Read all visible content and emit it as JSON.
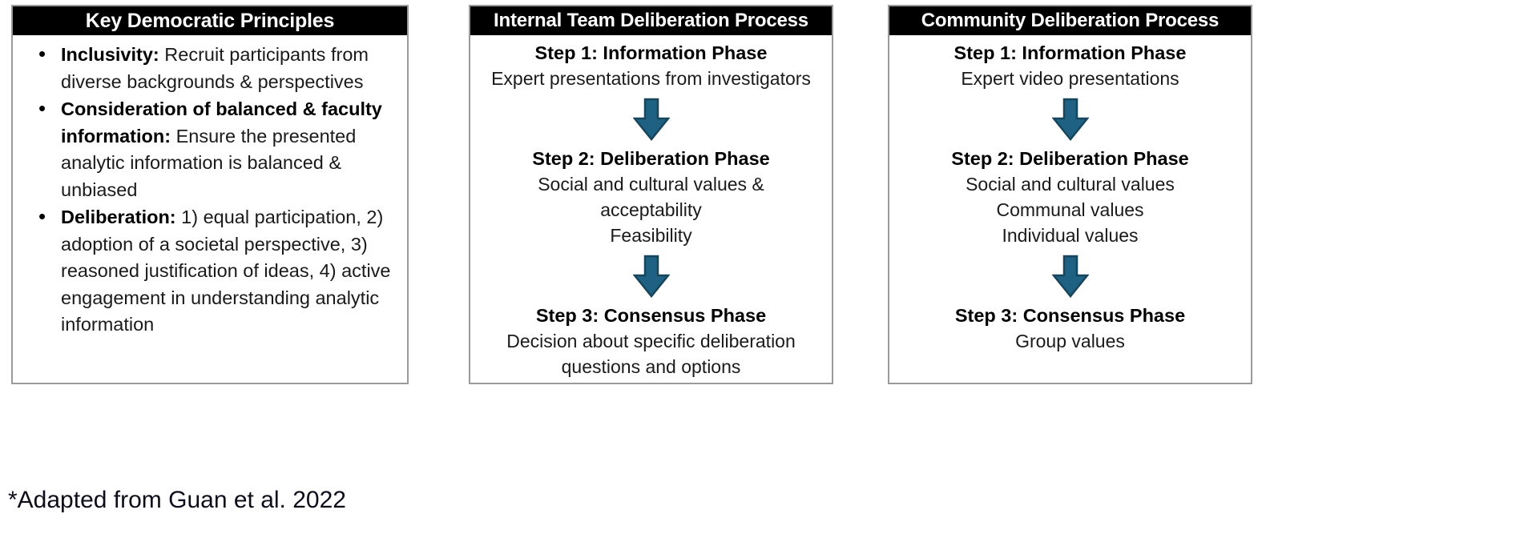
{
  "colors": {
    "arrow_teal": "#1f6183",
    "arrow_teal_dark": "#16455c",
    "header_bg": "#000000",
    "header_text": "#ffffff",
    "panel_border": "#9a9a9a",
    "body_text": "#1a1a1a",
    "background": "#ffffff"
  },
  "panels": [
    {
      "id": "key-democratic-principles",
      "title": "Key Democratic Principles",
      "bullets": [
        {
          "term": "Inclusivity:",
          "text": " Recruit participants from diverse backgrounds & perspectives"
        },
        {
          "term": "Consideration of balanced & faculty information:",
          "text": " Ensure the presented analytic information is balanced & unbiased"
        },
        {
          "term": "Deliberation:",
          "text": " 1) equal participation, 2) adoption of a societal perspective, 3) reasoned justification of ideas, 4) active engagement in understanding analytic information"
        }
      ]
    },
    {
      "id": "internal-team-deliberation-process",
      "title": "Internal Team Deliberation Process",
      "steps": [
        {
          "title": "Step 1: Information Phase",
          "lines": [
            "Expert presentations from investigators"
          ]
        },
        {
          "title": "Step 2: Deliberation Phase",
          "lines": [
            "Social and cultural values &",
            "acceptability",
            "Feasibility"
          ]
        },
        {
          "title": "Step 3: Consensus Phase",
          "lines": [
            "Decision about specific deliberation",
            "questions and options"
          ]
        }
      ]
    },
    {
      "id": "community-deliberation-process",
      "title": "Community Deliberation Process",
      "steps": [
        {
          "title": "Step 1: Information Phase",
          "lines": [
            "Expert video presentations"
          ]
        },
        {
          "title": "Step 2: Deliberation Phase",
          "lines": [
            "Social and cultural values",
            "Communal values",
            "Individual values"
          ]
        },
        {
          "title": "Step 3: Consensus Phase",
          "lines": [
            "Group values"
          ]
        }
      ]
    }
  ],
  "connectors": [
    {
      "id": "connector-1",
      "from": "key-democratic-principles",
      "to": "internal-team-deliberation-process",
      "direction": "right"
    },
    {
      "id": "connector-2",
      "from": "internal-team-deliberation-process",
      "to": "community-deliberation-process",
      "direction": "right"
    }
  ],
  "footnote": "*Adapted from Guan et al. 2022"
}
